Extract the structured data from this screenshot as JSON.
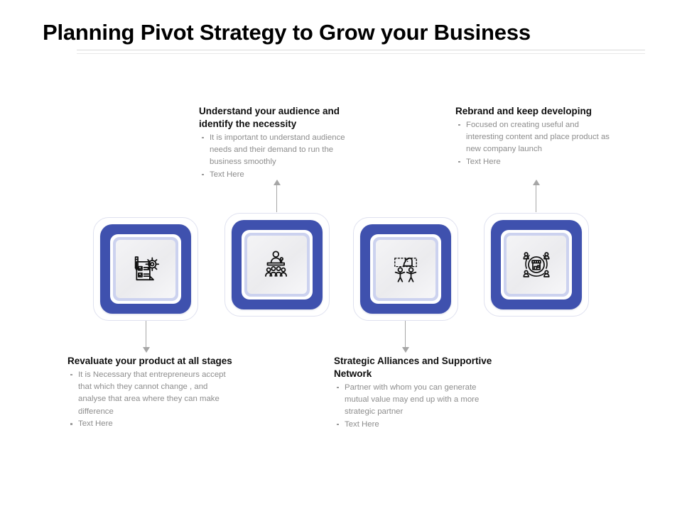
{
  "slide": {
    "title": "Planning Pivot Strategy to Grow your Business"
  },
  "colors": {
    "accent_blue": "#3f51ae",
    "ring_lavender": "#ccd2ef",
    "card_border": "#dfe1ef",
    "body_text": "#8d8d8d",
    "heading_text": "#0d0d0d",
    "arrow": "#a6a6a6"
  },
  "steps": [
    {
      "id": "revaluate",
      "heading": "Revaluate your product at all stages",
      "bullets": [
        "It is Necessary that entrepreneurs accept that which they cannot change , and analyse that area where they can make difference",
        "Text Here"
      ],
      "icon": "checklist-gear-icon",
      "text_position": "below",
      "arrow_direction": "down"
    },
    {
      "id": "audience",
      "heading": "Understand your audience and identify the necessity",
      "bullets": [
        "It is important to understand audience needs and their demand to run the business smoothly",
        "Text Here"
      ],
      "icon": "presenter-audience-icon",
      "text_position": "above",
      "arrow_direction": "up"
    },
    {
      "id": "alliances",
      "heading": "Strategic Alliances and Supportive Network",
      "bullets": [
        "Partner with whom  you can generate  mutual value  may end up with a more strategic partner",
        "Text Here"
      ],
      "icon": "partners-chess-knight-icon",
      "text_position": "below",
      "arrow_direction": "down"
    },
    {
      "id": "rebrand",
      "heading": "Rebrand and keep developing",
      "bullets": [
        "Focused on creating useful and interesting content and place product as new company launch",
        "Text Here"
      ],
      "icon": "storefront-network-icon",
      "text_position": "above",
      "arrow_direction": "up"
    }
  ]
}
